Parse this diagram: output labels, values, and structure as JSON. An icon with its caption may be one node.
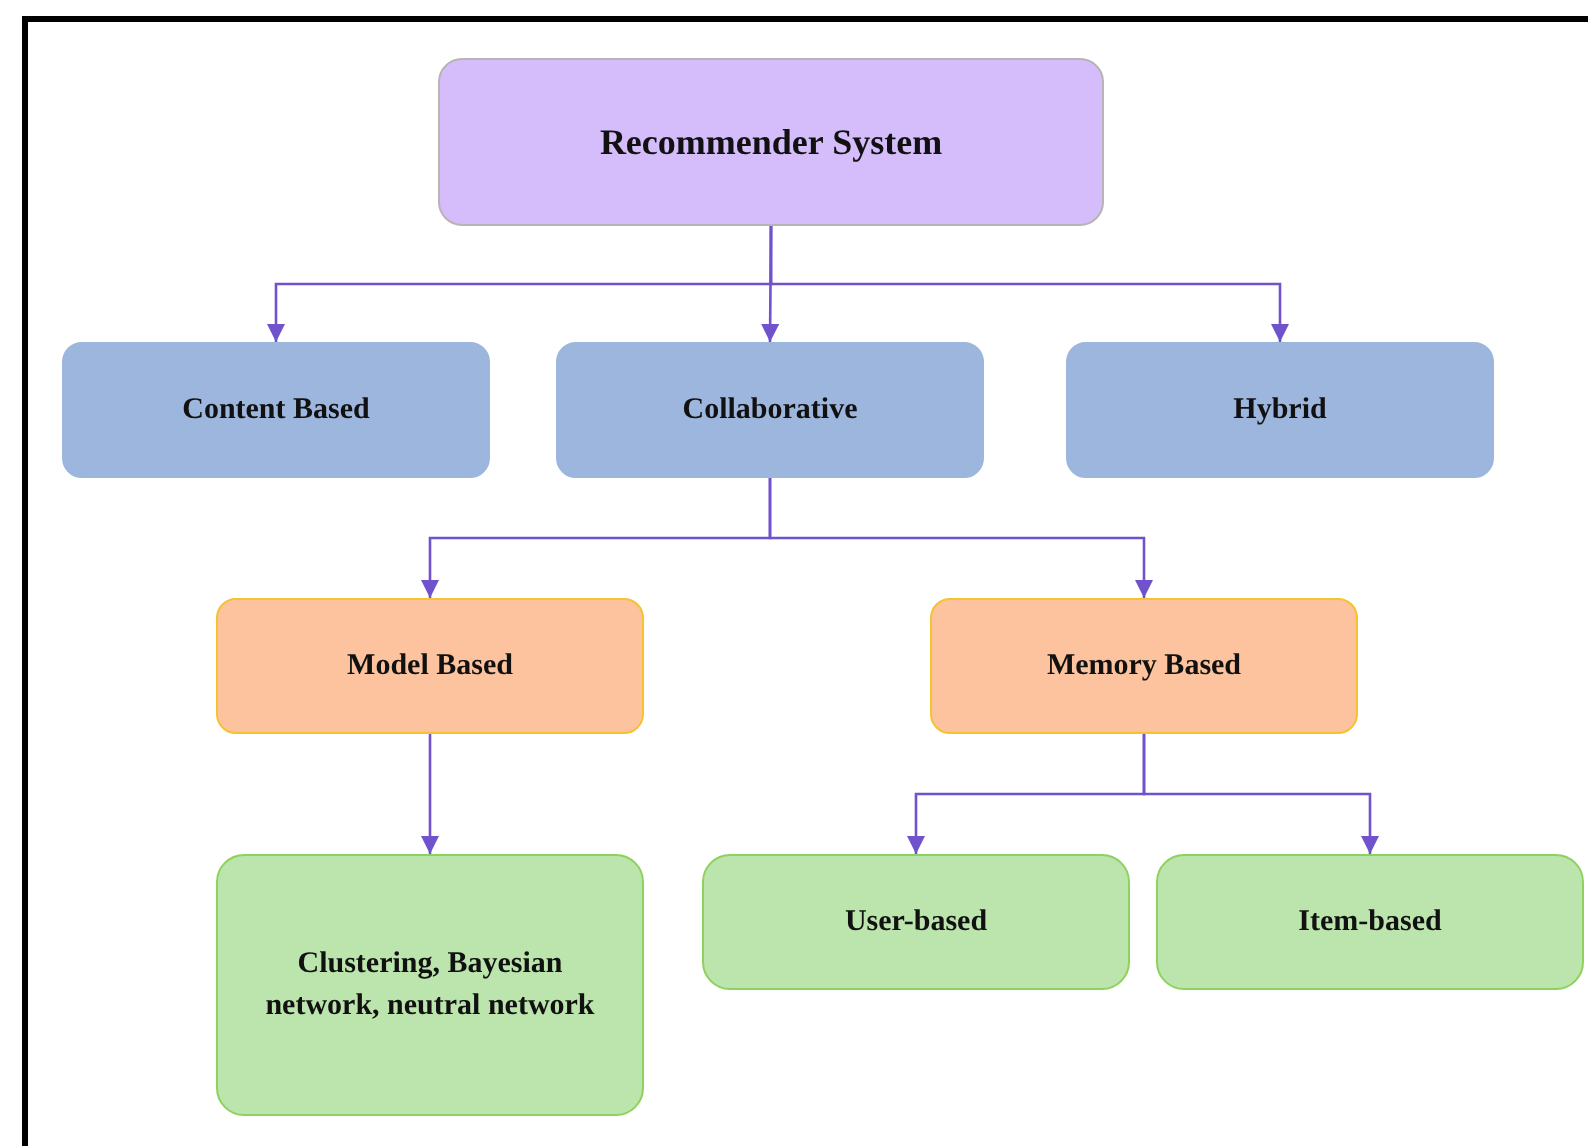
{
  "diagram": {
    "nodes": [
      {
        "text": [
          "Recommender System"
        ]
      },
      {
        "text": [
          "Content Based"
        ]
      },
      {
        "text": [
          "Collaborative"
        ]
      },
      {
        "text": [
          "Hybrid"
        ]
      },
      {
        "text": [
          "Model Based"
        ]
      },
      {
        "text": [
          "Memory Based"
        ]
      },
      {
        "text": [
          "Clustering, Bayesian network, neutral network"
        ]
      },
      {
        "text": [
          "User-based"
        ]
      },
      {
        "text": [
          "Item-based"
        ]
      }
    ],
    "edges": [
      {
        "from": 0,
        "to": 1,
        "arrow": "to"
      },
      {
        "from": 0,
        "to": 2,
        "arrow": "to"
      },
      {
        "from": 0,
        "to": 3,
        "arrow": "to"
      },
      {
        "from": 2,
        "to": 4,
        "arrow": "to"
      },
      {
        "from": 2,
        "to": 5,
        "arrow": "to"
      },
      {
        "from": 4,
        "to": 6,
        "arrow": "to"
      },
      {
        "from": 5,
        "to": 7,
        "arrow": "to"
      },
      {
        "from": 5,
        "to": 8,
        "arrow": "to"
      }
    ]
  }
}
